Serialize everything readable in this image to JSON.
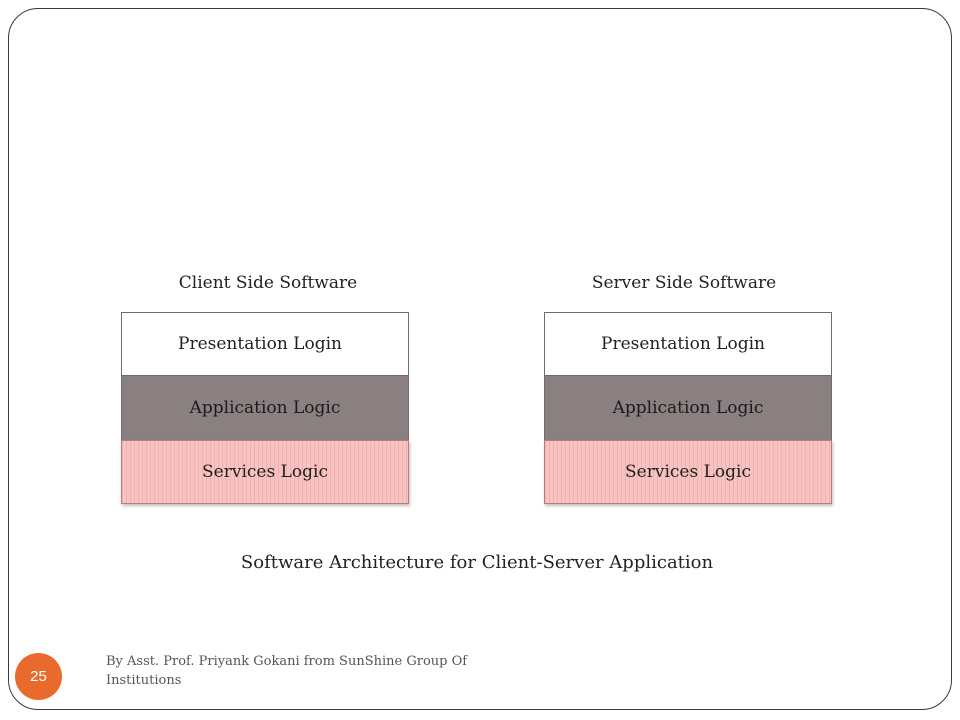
{
  "slide": {
    "number": "25",
    "footer": "By Asst. Prof. Priyank Gokani from SunShine Group Of Institutions",
    "caption": "Software Architecture for Client-Server Application"
  },
  "client": {
    "title": "Client Side Software",
    "layers": [
      {
        "label": "Presentation Login"
      },
      {
        "label": "Application  Logic"
      },
      {
        "label": "Services Logic"
      }
    ]
  },
  "server": {
    "title": "Server Side Software",
    "layers": [
      {
        "label": "Presentation Login"
      },
      {
        "label": "Application  Logic"
      },
      {
        "label": "Services Logic"
      }
    ]
  },
  "colors": {
    "presentation_fill": "#ffffff",
    "application_fill": "#8a8081",
    "services_fill": "#f8c3c0",
    "slide_number_badge": "#ea6a2d"
  }
}
